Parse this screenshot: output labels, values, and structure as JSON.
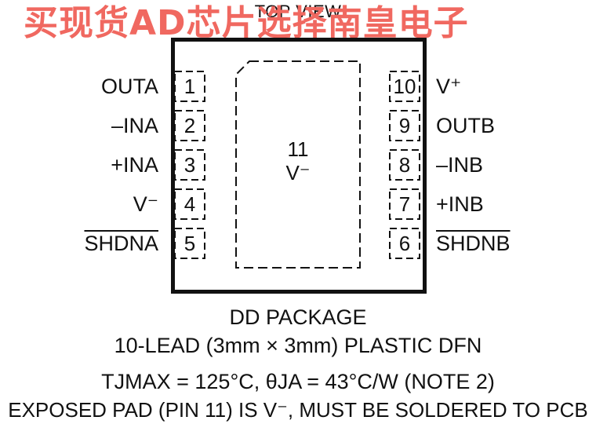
{
  "header": {
    "top_view": "TOP VIEW",
    "watermark": "买现货AD芯片选择南皇电子"
  },
  "exposed_pad": {
    "number": "11",
    "label": "V⁻"
  },
  "pins_left": [
    {
      "number": "1",
      "label": "OUTA"
    },
    {
      "number": "2",
      "label": "–INA"
    },
    {
      "number": "3",
      "label": "+INA"
    },
    {
      "number": "4",
      "label": "V⁻"
    },
    {
      "number": "5",
      "label": "SHDNA"
    }
  ],
  "pins_right": [
    {
      "number": "10",
      "label": "V⁺"
    },
    {
      "number": "9",
      "label": "OUTB"
    },
    {
      "number": "8",
      "label": "–INB"
    },
    {
      "number": "7",
      "label": "+INB"
    },
    {
      "number": "6",
      "label": "SHDNB"
    }
  ],
  "caption": {
    "package": "DD PACKAGE",
    "description": "10-LEAD (3mm × 3mm) PLASTIC DFN",
    "thermal": "TJMAX = 125°C, θJA = 43°C/W (NOTE 2)",
    "note": "EXPOSED PAD (PIN 11) IS V⁻, MUST BE SOLDERED TO PCB"
  },
  "colors": {
    "line": "#111111",
    "watermark": "#f06860"
  }
}
